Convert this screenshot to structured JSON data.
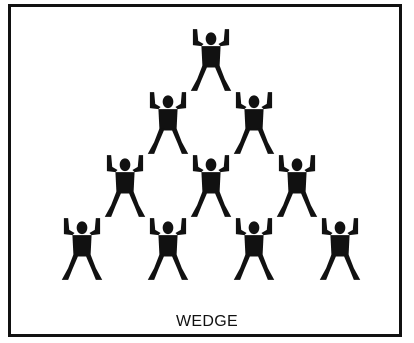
{
  "figure": {
    "caption": "WEDGE",
    "colors": {
      "figure": "#111111",
      "frame": "#111111",
      "background": "#ffffff"
    },
    "rows": [
      {
        "count": 1
      },
      {
        "count": 2
      },
      {
        "count": 3
      },
      {
        "count": 4
      }
    ],
    "icon": "person-arms-raised-icon"
  }
}
